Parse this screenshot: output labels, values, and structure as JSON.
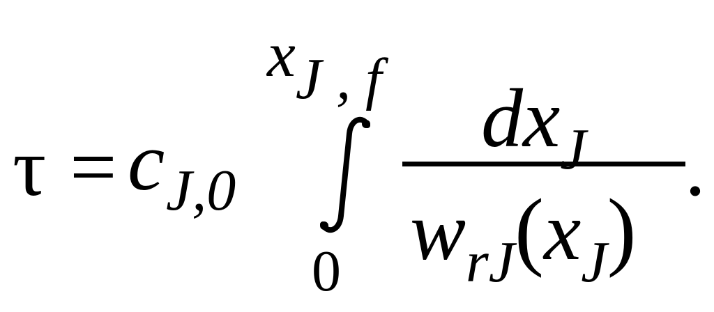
{
  "equation": {
    "lhs": "τ",
    "equals": "=",
    "coef": {
      "base": "c",
      "subscript": "J,0"
    },
    "integral": {
      "upper_limit": "x",
      "upper_limit_sub": "J , f",
      "lower_limit": "0"
    },
    "fraction": {
      "numerator": "dx",
      "numerator_sub": "J",
      "denominator_base": "w",
      "denominator_sub": "rJ",
      "denominator_open": "(",
      "denominator_arg": "x",
      "denominator_arg_sub": "J",
      "denominator_close": ")"
    },
    "terminator": "."
  }
}
